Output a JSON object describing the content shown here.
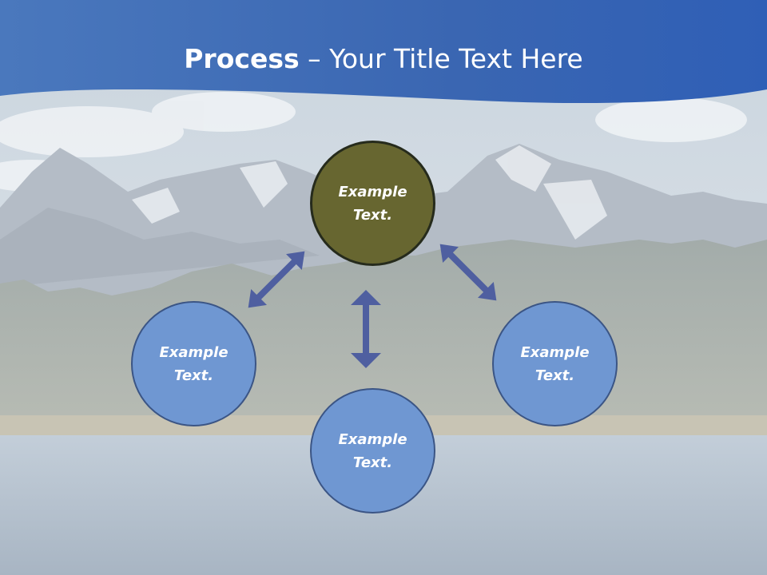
{
  "title": {
    "bold_text": "Process",
    "rest_text": " – Your Title Text Here"
  },
  "nodes": [
    {
      "id": "top",
      "label": "Example Text.",
      "color": "#676630"
    },
    {
      "id": "left",
      "label": "Example Text.",
      "color": "#6f97d2"
    },
    {
      "id": "bottom",
      "label": "Example Text.",
      "color": "#6f97d2"
    },
    {
      "id": "right",
      "label": "Example Text.",
      "color": "#6f97d2"
    }
  ],
  "colors": {
    "banner": "#3b67b4",
    "arrow": "#4f5fa0",
    "sky": "#dbe3ea",
    "water": "#b5c2cf"
  }
}
